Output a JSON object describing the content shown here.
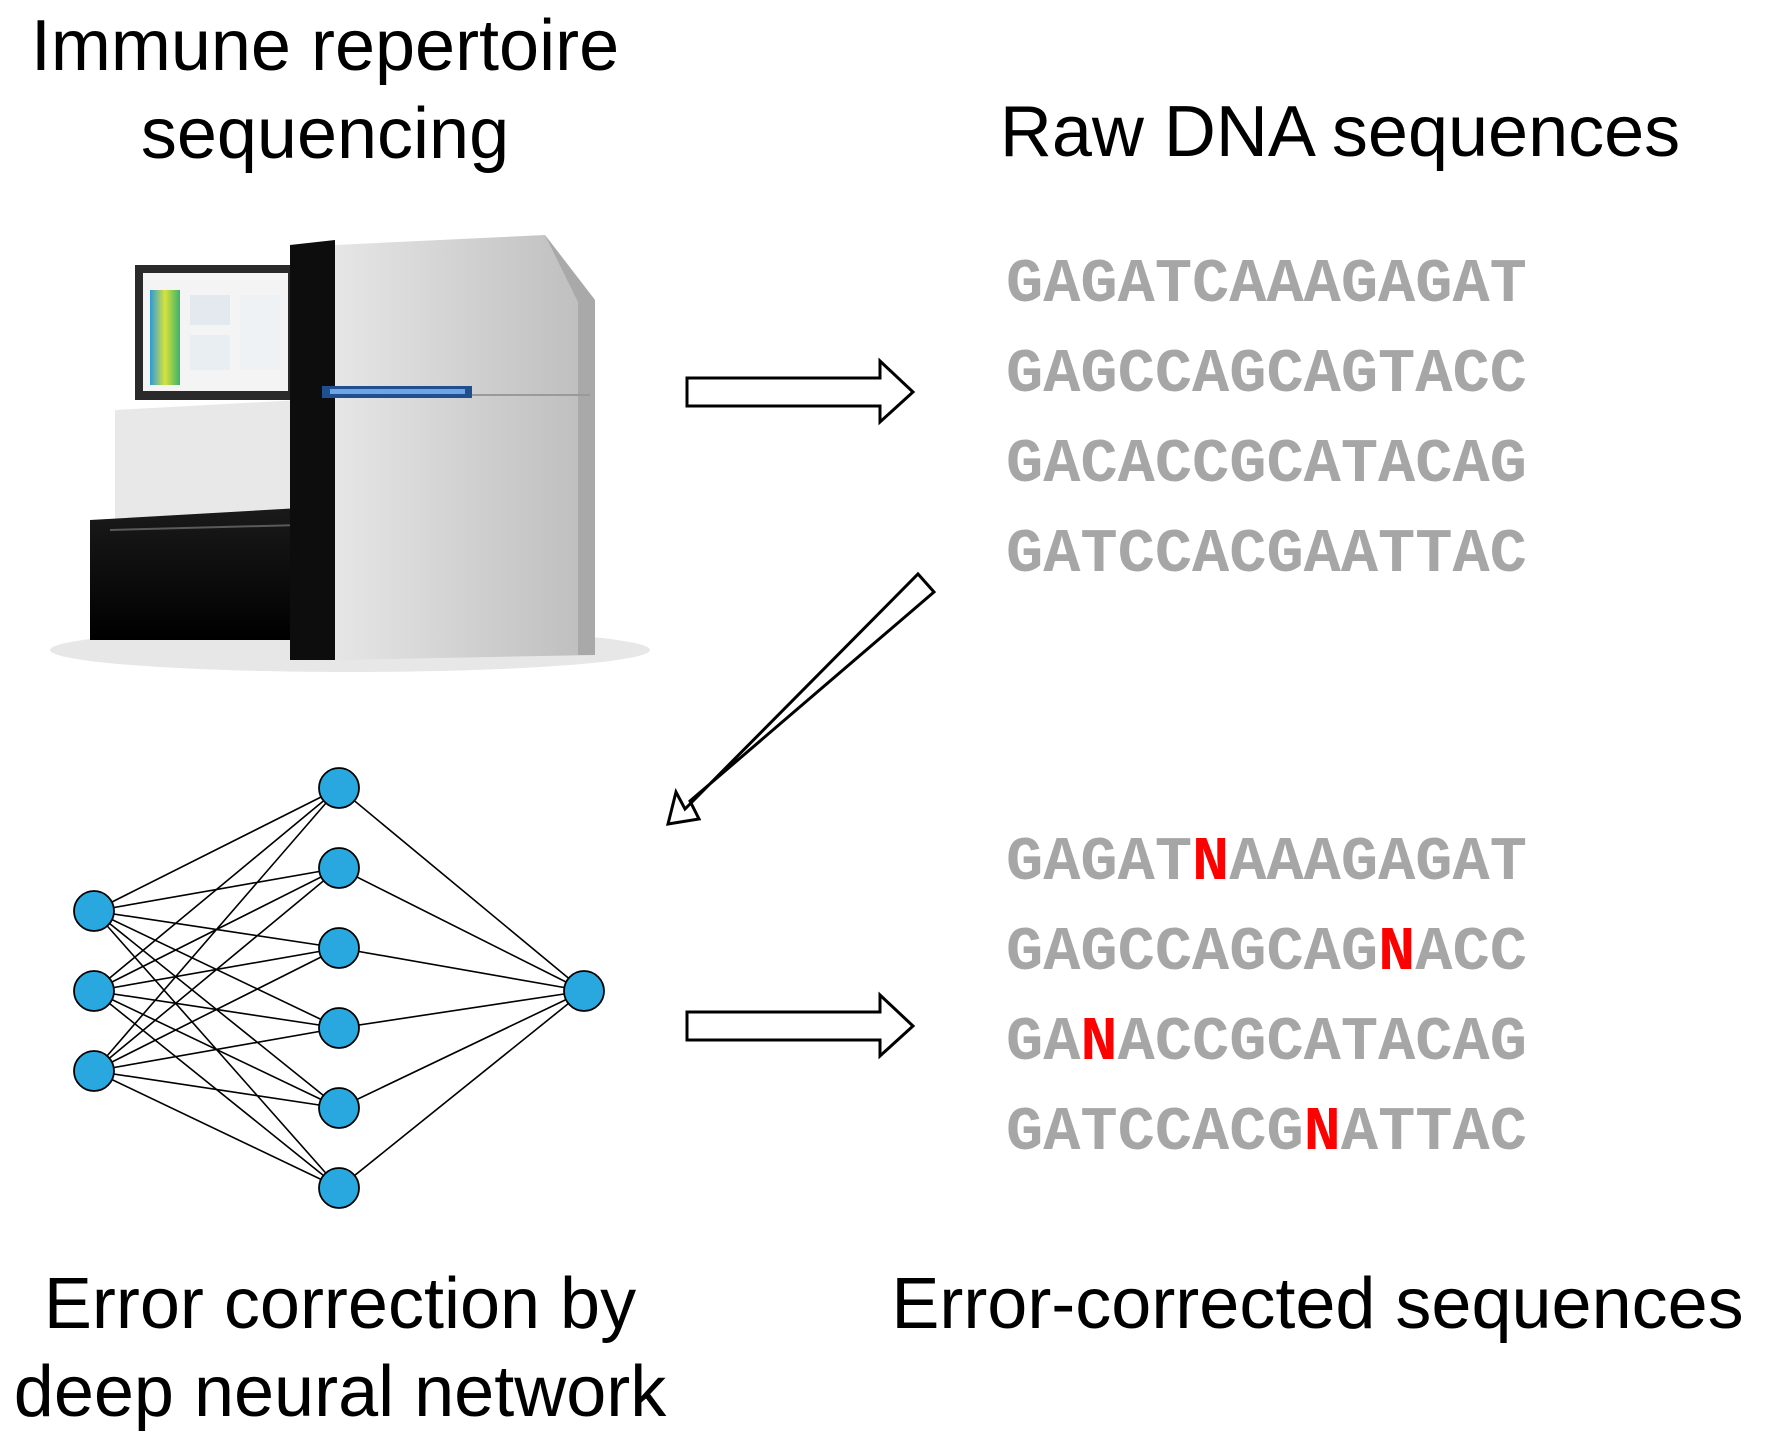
{
  "labels": {
    "sequencing": "Immune repertoire\nsequencing",
    "raw": "Raw DNA sequences",
    "dnn": "Error correction by\ndeep neural network",
    "corrected": "Error-corrected sequences"
  },
  "raw_sequences": [
    "GAGATCAAAGAGAT",
    "GAGCCAGCAGTACC",
    "GACACCGCATACAG",
    "GATCCACGAATTAC"
  ],
  "corrected_sequences": [
    {
      "before": "GAGAT",
      "error": "N",
      "after": "AAAGAGAT"
    },
    {
      "before": "GAGCCAGCAG",
      "error": "N",
      "after": "ACC"
    },
    {
      "before": "GA",
      "error": "N",
      "after": "ACCGCATACAG"
    },
    {
      "before": "GATCCACG",
      "error": "N",
      "after": "ATTAC"
    }
  ],
  "colors": {
    "sequence_text": "#a6a6a6",
    "error_base": "#ff0000",
    "network_node": "#29a8e0",
    "network_edge": "#000000"
  },
  "network": {
    "layers": [
      3,
      6,
      1
    ]
  }
}
